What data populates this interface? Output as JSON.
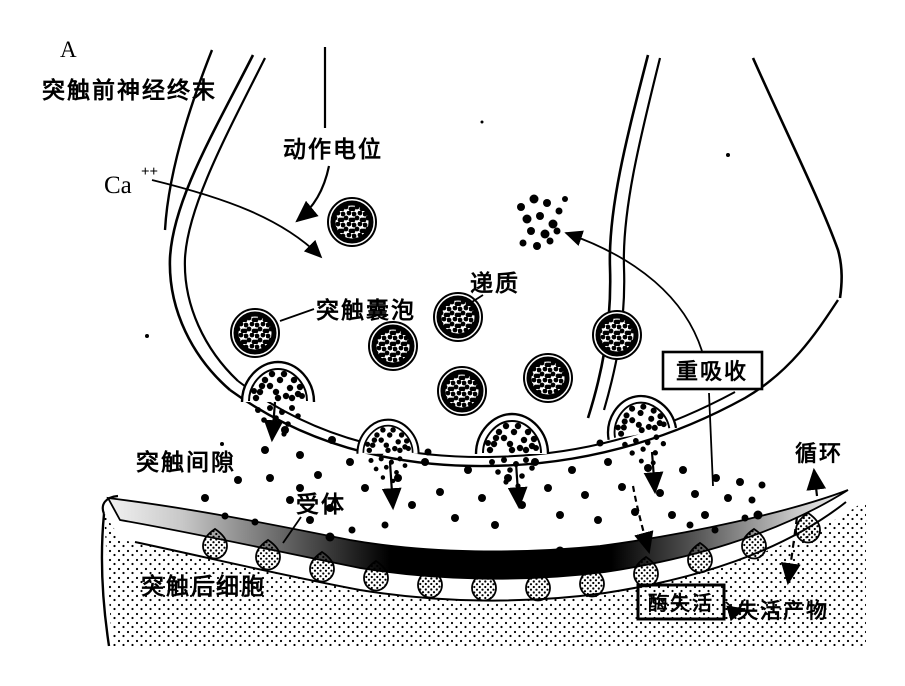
{
  "figure": {
    "panel_letter": "A",
    "labels": {
      "presynaptic_terminal": "突触前神经终末",
      "action_potential": "动作电位",
      "calcium_base": "Ca",
      "calcium_superscript": "++",
      "synaptic_vesicle": "突触囊泡",
      "neurotransmitter": "递质",
      "reuptake": "重吸收",
      "synaptic_cleft": "突触间隙",
      "receptor": "受体",
      "postsynaptic_cell": "突触后细胞",
      "recycling": "循环",
      "enzyme_inactivation": "酶失活",
      "inactivation_products": "失活产物"
    },
    "colors": {
      "ink": "#000000",
      "background": "#ffffff",
      "membrane_band": "#000000"
    }
  }
}
